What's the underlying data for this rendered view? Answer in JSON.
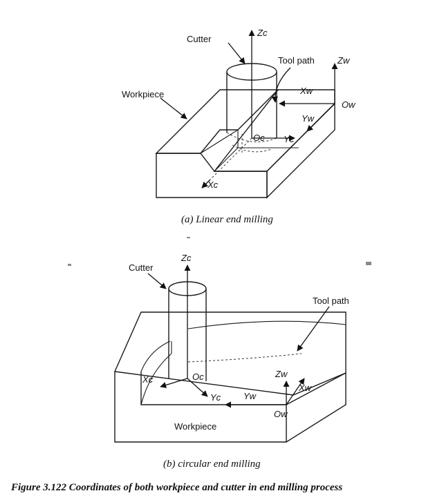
{
  "figure_a": {
    "cutter_label": "Cutter",
    "workpiece_label": "Workpiece",
    "tool_path_label": "Tool path",
    "axis_zc": "Zc",
    "axis_xc": "Xc",
    "axis_yc": "Yc",
    "origin_oc": "Oc",
    "axis_zw": "Zw",
    "axis_xw": "Xw",
    "axis_yw": "Yw",
    "origin_ow": "Ow",
    "caption": "(a) Linear end milling"
  },
  "figure_b": {
    "cutter_label": "Cutter",
    "workpiece_label": "Workpiece",
    "tool_path_label": "Tool path",
    "axis_zc": "Zc",
    "axis_xc": "Xc",
    "axis_yc": "Yc",
    "origin_oc": "Oc",
    "axis_zw": "Zw",
    "axis_xw": "Xw",
    "axis_yw": "Yw",
    "origin_ow": "Ow",
    "caption": "(b) circular end milling"
  },
  "figure_caption": "Figure 3.122 Coordinates of both workpiece and cutter in end milling process",
  "colors": {
    "ink": "#111111",
    "background": "#ffffff"
  }
}
